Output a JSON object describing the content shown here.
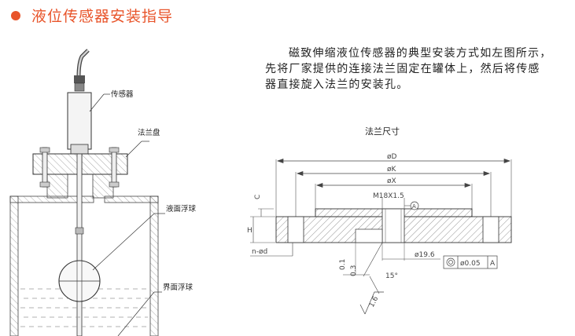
{
  "header": {
    "title": "液位传感器安装指导",
    "accent_color": "#e8542a"
  },
  "description": {
    "line1": "磁致伸缩液位传感器的典型安装方式如左图所示，",
    "line2": "先将厂家提供的连接法兰固定在罐体上，然后将传感",
    "line3": "器直接旋入法兰的安装孔。"
  },
  "installation_diagram": {
    "labels": {
      "sensor": "传感器",
      "flange_plate": "法兰盘",
      "liquid_float": "液面浮球",
      "interface_float": "界面浮球"
    }
  },
  "flange_drawing": {
    "title": "法兰尺寸",
    "dims": {
      "d_outer": "øD",
      "d_k": "øK",
      "d_x": "øX",
      "thread": "M18X1.5",
      "c": "C",
      "h": "H",
      "holes": "n-ød",
      "bore": "ø19.6",
      "datum": "A",
      "tolerance": "ø0.05",
      "chamfer_a": "0.1",
      "chamfer_b": "0.3",
      "angle": "15°",
      "roughness": "1.6"
    }
  }
}
